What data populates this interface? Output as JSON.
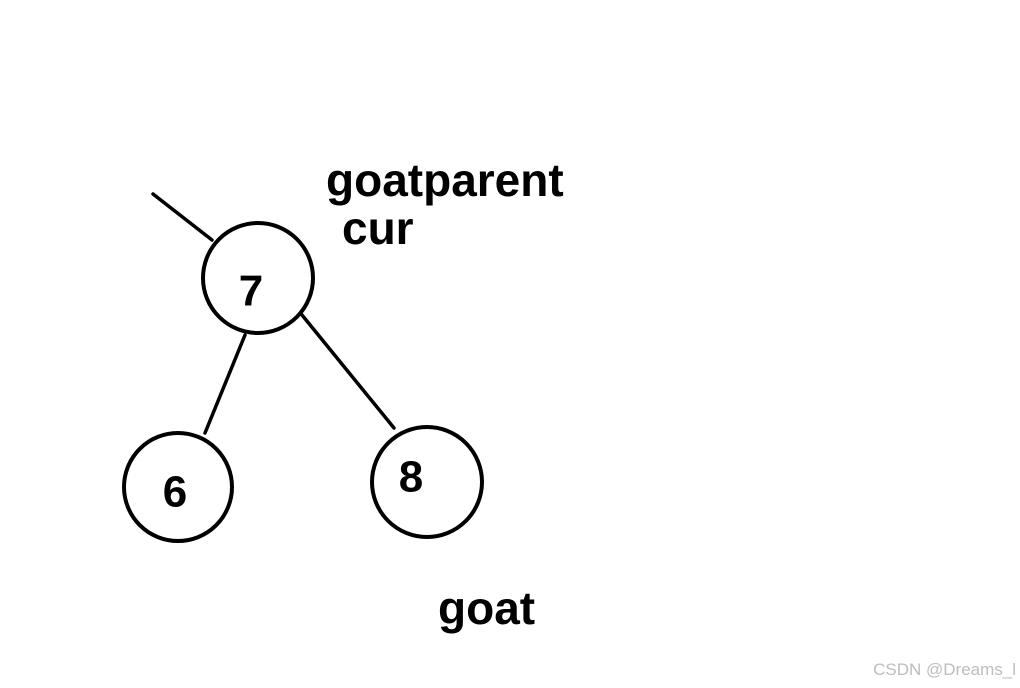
{
  "tree": {
    "nodes": [
      {
        "id": "n7",
        "value": "7"
      },
      {
        "id": "n6",
        "value": "6"
      },
      {
        "id": "n8",
        "value": "8"
      }
    ],
    "edges": [
      {
        "from": "parent",
        "to": "n7"
      },
      {
        "from": "n7",
        "to": "n6"
      },
      {
        "from": "n7",
        "to": "n8"
      }
    ]
  },
  "labels": {
    "goatparent": "goatparent",
    "cur": "cur",
    "goat": "goat"
  },
  "watermark": "CSDN @Dreams_l",
  "colors": {
    "stroke": "#000000",
    "background": "#ffffff",
    "watermark": "#bdbdbd"
  }
}
